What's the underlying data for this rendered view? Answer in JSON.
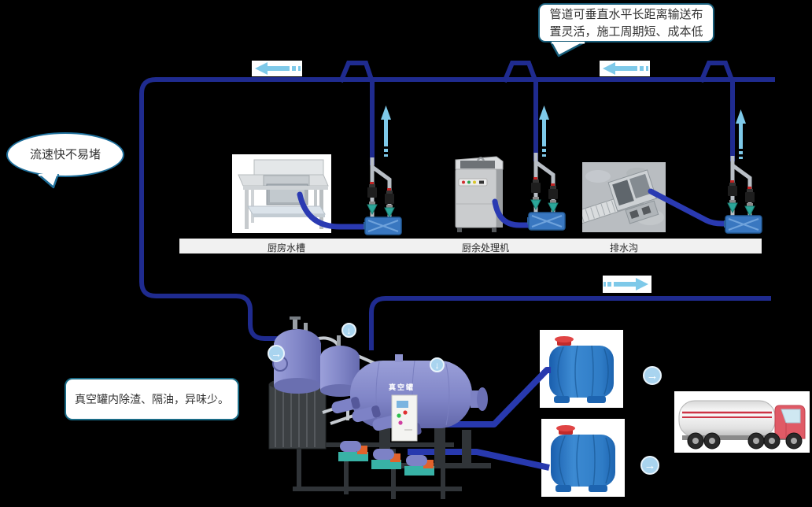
{
  "callouts": {
    "top_right": {
      "line1": "管道可垂直水平长距离输送布",
      "line2": "置灵活，施工周期短、成本低"
    },
    "left": {
      "text": "流速快不易堵"
    },
    "bottom_left": {
      "text": "真空罐内除渣、隔油，异味少。"
    }
  },
  "equipment": {
    "sink_label": "厨房水槽",
    "processor_label": "厨余处理机",
    "drain_label": "排水沟"
  },
  "station": {
    "tank_label": "真空罐"
  },
  "icons": {
    "right_arrow": "→",
    "down_arrow": "↓",
    "up_arrow": "↑",
    "left_flow_arrow": "dashed-left-arrow",
    "right_flow_arrow": "dashed-right-arrow"
  },
  "colors": {
    "background": "#000000",
    "pipe_navy": "#1f2b8f",
    "hose_blue": "#2a3ab2",
    "flow_arrow_light_blue": "#7ec9e9",
    "badge_blue": "#a9d4ef",
    "bubble_border_teal": "#175d7a",
    "label_band_gray": "#f1f1f1",
    "vacuum_tank_purple": "#8287c8",
    "storage_tank_blue": "#1e6cbd",
    "tank_cap_red": "#d23333",
    "truck_cab_red": "#e05a66",
    "valve_box_blue": "#3977c0"
  }
}
